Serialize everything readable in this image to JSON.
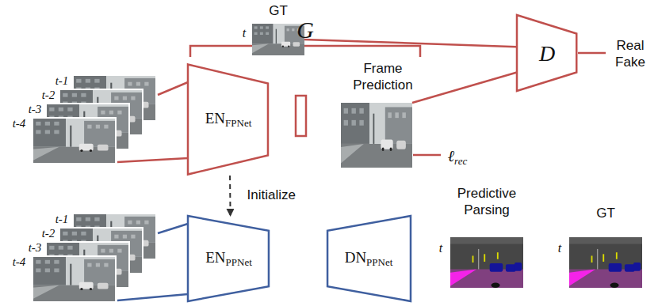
{
  "diagram": {
    "nodes": [
      {
        "text": [
          "EN",
          "FPNet"
        ]
      },
      {
        "text": [
          "GT",
          "t"
        ]
      },
      {
        "text": [
          "Frame Prediction"
        ]
      },
      {
        "text": [
          "D"
        ]
      },
      {
        "text": [
          "EN",
          "PPNet"
        ]
      },
      {
        "text": [
          "DN",
          "PPNet"
        ]
      },
      {
        "text": [
          "Predictive Parsing",
          "t"
        ]
      },
      {
        "text": [
          "GT",
          "t"
        ]
      }
    ],
    "edges": [
      {
        "from": 1,
        "to": 3,
        "arrow": "none"
      },
      {
        "from": 2,
        "to": 3,
        "arrow": "none"
      },
      {
        "from": 0,
        "to": 4,
        "arrow": "to",
        "label": "Initialize"
      }
    ],
    "labels": [
      "t-1",
      "t-2",
      "t-3",
      "t-4",
      "t-1",
      "t-2",
      "t-3",
      "t-4",
      "G",
      "ℓ",
      "rec",
      "Real Fake"
    ]
  }
}
